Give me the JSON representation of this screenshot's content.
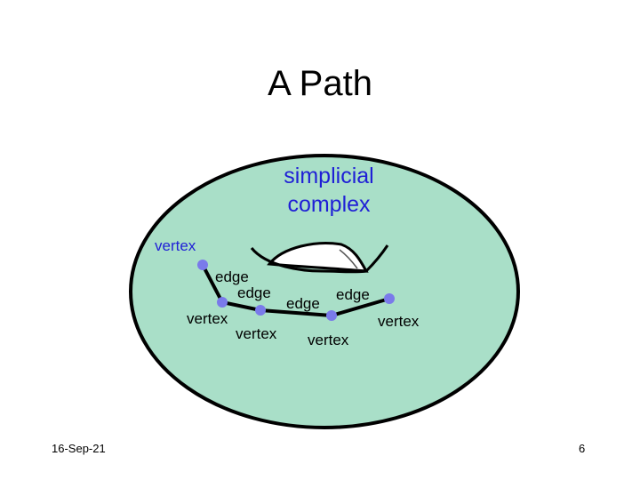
{
  "title": "A Path",
  "subject_label_line1": "simplicial",
  "subject_label_line2": "complex",
  "labels": {
    "vertex_top": "vertex",
    "edge_1": "edge",
    "edge_2": "edge",
    "edge_3": "edge",
    "edge_4": "edge",
    "vertex_2": "vertex",
    "vertex_3": "vertex",
    "vertex_4": "vertex",
    "vertex_5": "vertex"
  },
  "footer": {
    "date": "16-Sep-21",
    "page_number": "6"
  },
  "colors": {
    "fill": "#a9dfc8",
    "vertex": "#7a7aea",
    "text_accent": "#1f1fd6"
  }
}
